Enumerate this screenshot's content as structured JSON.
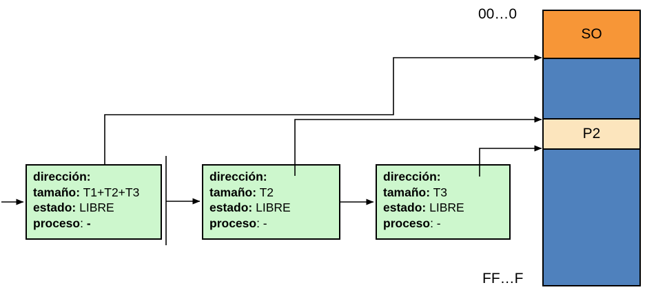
{
  "memory_map": {
    "top_label": "00…0",
    "bottom_label": "FF…F",
    "segments": [
      {
        "id": "so",
        "label": "SO",
        "color": "#F79637"
      },
      {
        "id": "hole-1",
        "label": "",
        "color": "#4F81BD"
      },
      {
        "id": "p2",
        "label": "P2",
        "color": "#FCE5BD"
      },
      {
        "id": "hole-2",
        "label": "",
        "color": "#4F81BD"
      }
    ]
  },
  "free_list": {
    "nodes": [
      {
        "id": "node-1",
        "lines": [
          [
            {
              "t": "dirección:",
              "b": 1
            }
          ],
          [
            {
              "t": "tamaño:",
              "b": 1
            },
            {
              "t": " T1+T2+T3",
              "b": 0
            }
          ],
          [
            {
              "t": "estado:",
              "b": 1
            },
            {
              "t": " LIBRE",
              "b": 0
            }
          ],
          [
            {
              "t": "proceso",
              "b": 1
            },
            {
              "t": ": ",
              "b": 0
            },
            {
              "t": "-",
              "b": 1
            }
          ]
        ]
      },
      {
        "id": "node-2",
        "lines": [
          [
            {
              "t": "dirección:",
              "b": 1
            }
          ],
          [
            {
              "t": "tamaño:",
              "b": 1
            },
            {
              "t": " T2",
              "b": 0
            }
          ],
          [
            {
              "t": "estado:",
              "b": 1
            },
            {
              "t": " LIBRE",
              "b": 0
            }
          ],
          [
            {
              "t": "proceso",
              "b": 1
            },
            {
              "t": ": -",
              "b": 0
            }
          ]
        ]
      },
      {
        "id": "node-3",
        "lines": [
          [
            {
              "t": "dirección:",
              "b": 1
            }
          ],
          [
            {
              "t": "tamaño:",
              "b": 1
            },
            {
              "t": " T3",
              "b": 0
            }
          ],
          [
            {
              "t": "estado:",
              "b": 1
            },
            {
              "t": " LIBRE",
              "b": 0
            }
          ],
          [
            {
              "t": "proceso",
              "b": 1
            },
            {
              "t": ": -",
              "b": 0
            }
          ]
        ]
      }
    ]
  },
  "colors": {
    "node_fill": "#CDF7CD",
    "hole_blue": "#4F81BD",
    "so_orange": "#F79637",
    "p2_cream": "#FCE5BD",
    "line": "#000000",
    "background": "#FFFFFF"
  }
}
